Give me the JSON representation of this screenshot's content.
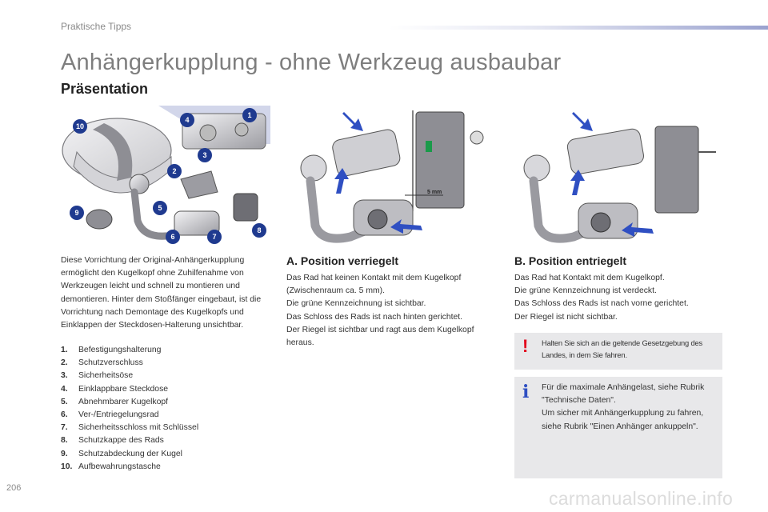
{
  "header": {
    "section": "Praktische Tipps"
  },
  "title": "Anhängerkupplung - ohne Werkzeug ausbaubar",
  "subtitle": "Präsentation",
  "intro": "Diese Vorrichtung der Original-Anhängerkupplung ermöglicht den Kugelkopf ohne Zuhilfenahme von Werkzeugen leicht und schnell zu montieren und demontieren. Hinter dem Stoßfänger eingebaut, ist die Vorrichtung nach Demontage des Kugelkopfs und Einklappen der Steckdosen-Halterung unsichtbar.",
  "legend": [
    {
      "num": "1.",
      "text": "Befestigungshalterung"
    },
    {
      "num": "2.",
      "text": "Schutzverschluss"
    },
    {
      "num": "3.",
      "text": "Sicherheitsöse"
    },
    {
      "num": "4.",
      "text": "Einklappbare Steckdose"
    },
    {
      "num": "5.",
      "text": "Abnehmbarer Kugelkopf"
    },
    {
      "num": "6.",
      "text": "Ver-/Entriegelungsrad"
    },
    {
      "num": "7.",
      "text": "Sicherheitsschloss mit Schlüssel"
    },
    {
      "num": "8.",
      "text": "Schutzkappe des Rads"
    },
    {
      "num": "9.",
      "text": "Schutzabdeckung der Kugel"
    },
    {
      "num": "10.",
      "text": "Aufbewahrungstasche"
    }
  ],
  "figure_labels": [
    "1",
    "2",
    "3",
    "4",
    "5",
    "6",
    "7",
    "8",
    "9",
    "10"
  ],
  "figure_a": {
    "dimension": "5 mm"
  },
  "section_a": {
    "heading": "A. Position verriegelt",
    "body": "Das Rad hat keinen Kontakt mit dem Kugelkopf (Zwischenraum ca. 5 mm).\nDie grüne Kennzeichnung ist sichtbar.\nDas Schloss des Rads ist nach hinten gerichtet.\nDer Riegel ist sichtbar und ragt aus dem Kugelkopf heraus."
  },
  "section_b": {
    "heading": "B. Position entriegelt",
    "body": "Das Rad hat Kontakt mit dem Kugelkopf.\nDie grüne Kennzeichnung ist verdeckt.\nDas Schloss des Rads ist nach vorne gerichtet.\nDer Riegel ist nicht sichtbar."
  },
  "warning_note": {
    "icon": "exclamation-icon",
    "text": "Halten Sie sich an die geltende Gesetzgebung des Landes, in dem Sie fahren."
  },
  "info_note": {
    "icon": "info-icon",
    "text": "Für die maximale Anhängelast, siehe Rubrik \"Technische Daten\".\nUm sicher mit Anhängerkupplung zu fahren, siehe Rubrik \"Einen Anhänger ankuppeln\"."
  },
  "page_number": "206",
  "watermark": "carmanualsonline.info",
  "colors": {
    "callout": "#1f3a8f",
    "arrow": "#2f4fc2",
    "green_mark": "#1a9a4a",
    "warning": "#e2001a",
    "note_bg": "#e8e8ea"
  }
}
